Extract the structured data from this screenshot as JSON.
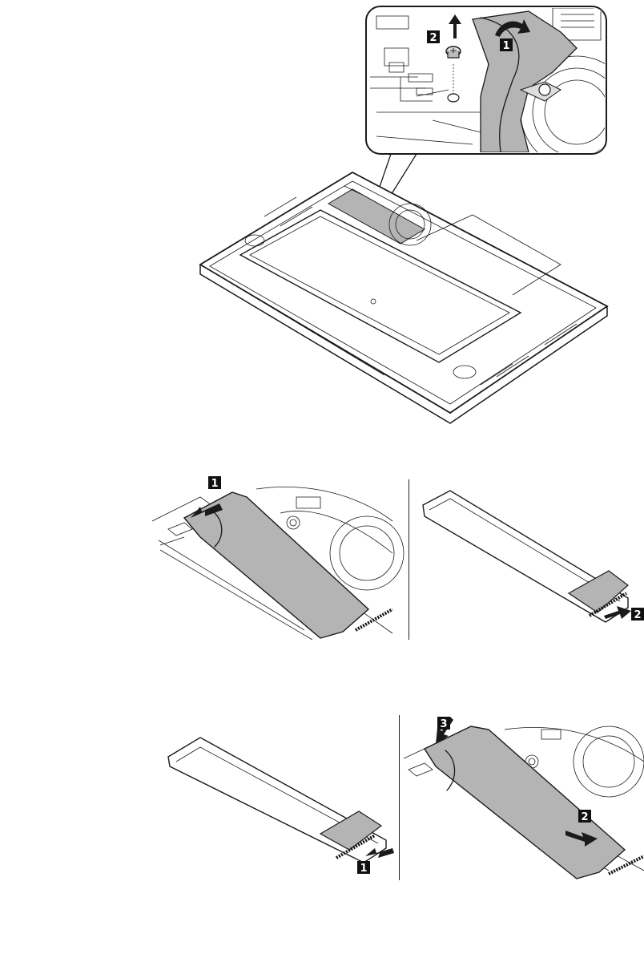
{
  "figures": [
    {
      "id": "fig1",
      "callouts": [
        "1",
        "2"
      ]
    },
    {
      "id": "fig2",
      "callouts": [
        "1",
        "2"
      ]
    },
    {
      "id": "fig3",
      "callouts": [
        "1",
        "2",
        "3"
      ]
    }
  ],
  "colors": {
    "line": "#1a1a1a",
    "callout_bg": "#111111",
    "callout_text": "#ffffff",
    "tape_fill": "#b4b4b4",
    "ssd_fill": "#ffffff",
    "background": "#ffffff"
  }
}
